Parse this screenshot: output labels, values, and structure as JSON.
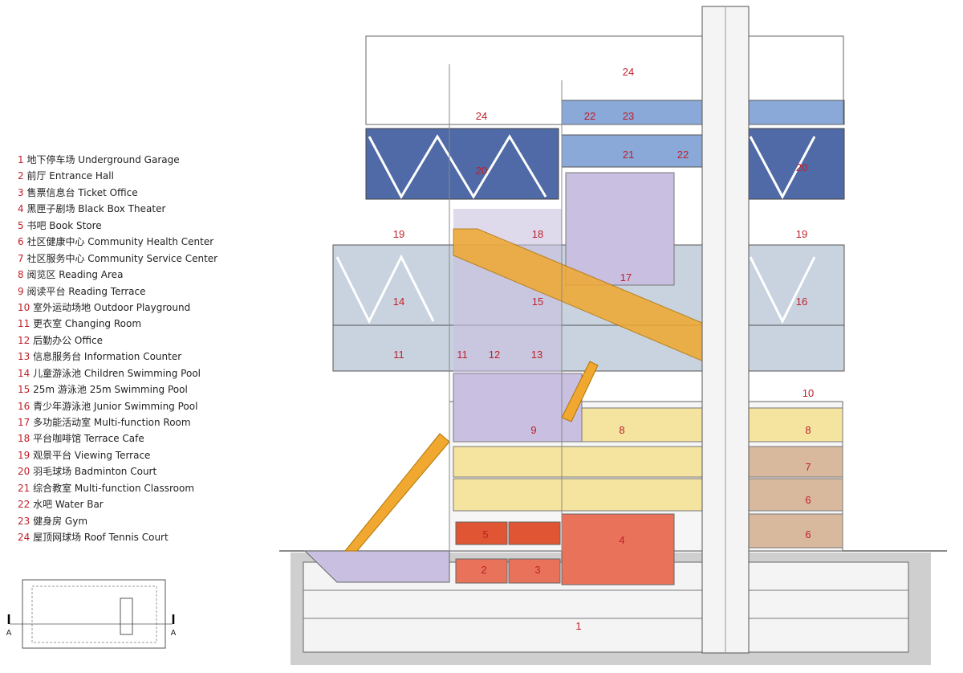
{
  "legend": [
    {
      "num": "1",
      "text": "地下停车场 Underground Garage"
    },
    {
      "num": "2",
      "text": "前厅 Entrance Hall"
    },
    {
      "num": "3",
      "text": "售票信息台 Ticket Office"
    },
    {
      "num": "4",
      "text": "黑匣子剧场 Black Box Theater"
    },
    {
      "num": "5",
      "text": "书吧 Book Store"
    },
    {
      "num": "6",
      "text": "社区健康中心 Community Health Center"
    },
    {
      "num": "7",
      "text": "社区服务中心 Community Service Center"
    },
    {
      "num": "8",
      "text": "阅览区 Reading Area"
    },
    {
      "num": "9",
      "text": "阅读平台 Reading Terrace"
    },
    {
      "num": "10",
      "text": "室外运动场地 Outdoor Playground"
    },
    {
      "num": "11",
      "text": "更衣室 Changing Room"
    },
    {
      "num": "12",
      "text": "后勤办公 Office"
    },
    {
      "num": "13",
      "text": "信息服务台 Information Counter"
    },
    {
      "num": "14",
      "text": "儿童游泳池 Children Swimming Pool"
    },
    {
      "num": "15",
      "text": "25m 游泳池 25m Swimming Pool"
    },
    {
      "num": "16",
      "text": "青少年游泳池 Junior Swimming Pool"
    },
    {
      "num": "17",
      "text": "多功能活动室 Multi-function Room"
    },
    {
      "num": "18",
      "text": "平台咖啡馆 Terrace Cafe"
    },
    {
      "num": "19",
      "text": "观景平台 Viewing Terrace"
    },
    {
      "num": "20",
      "text": "羽毛球场 Badminton Court"
    },
    {
      "num": "21",
      "text": "综合教室 Multi-function Classroom"
    },
    {
      "num": "22",
      "text": "水吧 Water Bar"
    },
    {
      "num": "23",
      "text": "健身房 Gym"
    },
    {
      "num": "24",
      "text": "屋顶网球场 Roof Tennis Court"
    }
  ],
  "key_plan": {
    "cut_label_left": "A",
    "cut_label_right": "A"
  },
  "room_labels": {
    "r1": "1",
    "r2": "2",
    "r3": "3",
    "r4": "4",
    "r5": "5",
    "r6a": "6",
    "r6b": "6",
    "r7": "7",
    "r8a": "8",
    "r8b": "8",
    "r9": "9",
    "r10": "10",
    "r11a": "11",
    "r11b": "11",
    "r12": "12",
    "r13": "13",
    "r14": "14",
    "r15": "15",
    "r16": "16",
    "r17": "17",
    "r18": "18",
    "r19a": "19",
    "r19b": "19",
    "r20a": "20",
    "r20b": "20",
    "r21": "21",
    "r22a": "22",
    "r22b": "22",
    "r23": "23",
    "r24a": "24",
    "r24b": "24"
  },
  "colors": {
    "badminton": "#4f6aa6",
    "gym": "#8aa8d8",
    "pool": "#c9d3df",
    "purple": "#c9bfe0",
    "yellow": "#f5e3a0",
    "tan": "#d9b99e",
    "theater": "#e8735a",
    "bookstore": "#e05533",
    "escalator": "#f0a830",
    "ground": "#d8d8d8",
    "label": "#c0202a"
  }
}
